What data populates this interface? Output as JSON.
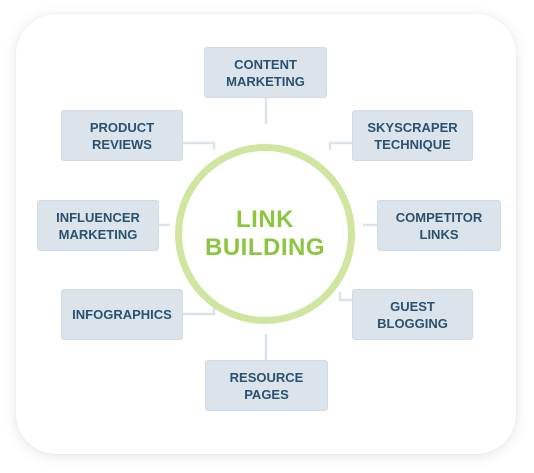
{
  "diagram": {
    "center": {
      "line1": "LINK",
      "line2": "BUILDING"
    },
    "nodes": {
      "content_marketing": {
        "line1": "CONTENT",
        "line2": "MARKETING"
      },
      "product_reviews": {
        "line1": "PRODUCT",
        "line2": "REVIEWS"
      },
      "skyscraper_technique": {
        "line1": "SKYSCRAPER",
        "line2": "TECHNIQUE"
      },
      "influencer_marketing": {
        "line1": "INFLUENCER",
        "line2": "MARKETING"
      },
      "competitor_links": {
        "line1": "COMPETITOR",
        "line2": "LINKS"
      },
      "infographics": {
        "line1": "INFOGRAPHICS"
      },
      "guest_blogging": {
        "line1": "GUEST",
        "line2": "BLOGGING"
      },
      "resource_pages": {
        "line1": "RESOURCE",
        "line2": "PAGES"
      }
    },
    "colors": {
      "center_ring": "#cfe5a0",
      "center_text": "#8cc63f",
      "node_fill": "#dbe4ea",
      "node_text": "#2b5170",
      "connector": "#dbe4ea"
    }
  }
}
